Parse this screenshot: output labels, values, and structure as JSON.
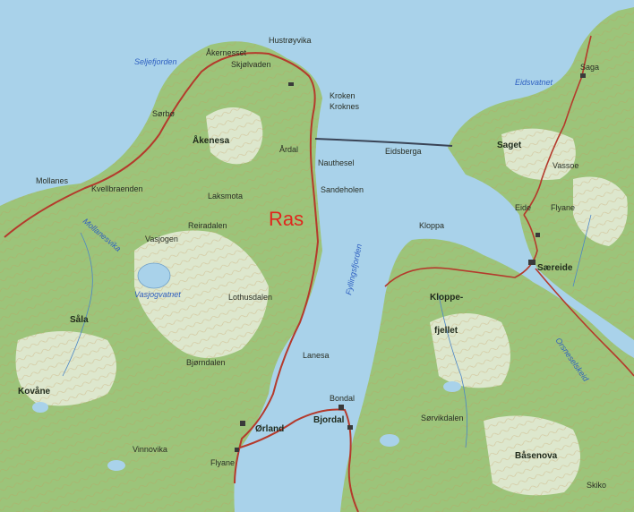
{
  "map": {
    "highlight_label": "Ras",
    "highlight_color": "#e0271e",
    "colors": {
      "water": "#a9d2ea",
      "land_green": "#9cc47a",
      "land_light": "#e9eddc",
      "road": "#b43a2c",
      "ferry": "#3a4456",
      "label_water": "#2e5fc1"
    },
    "place_labels": {
      "akerneset": "Åkernesset",
      "akerneset2": "Skjølvaden",
      "akerneset3": "Hustrøyvika",
      "akerneset_pt": "Kroken",
      "akerneset_pt2": "Kroknes",
      "akenesa": "Åkenesa",
      "ardal": "Årdal",
      "nauthesel": "Nauthesel",
      "sandeholen": "Sandeholen",
      "mollanes": "Mollanes",
      "kvellbraenden": "Kvellbraenden",
      "vastjogen": "Vasjogen",
      "rlesdalen": "Reiradalen",
      "laksmota": "Laksmota",
      "lothusdalen": "Lothusdalen",
      "sala": "Såla",
      "kovane": "Kovåne",
      "bjorndalen": "Bjørndalen",
      "vinnovika": "Vinnovika",
      "lanesa": "Lanesa",
      "orland": "Ørland",
      "flyane": "Flyane",
      "bjordal": "Bjordal",
      "bondal": "Bondal",
      "kloppa": "Kloppa",
      "kloppe": "Kloppe-",
      "fjellet": "fjellet",
      "sorvikdalen": "Sørvikdalen",
      "basenova": "Båsenova",
      "saget": "Saget",
      "saga": "Saga",
      "eidsbergn": "Eidsberga",
      "soreide": "Særeide",
      "flyene": "Flyane",
      "evsele": "Eide",
      "vasoe": "Vassoe",
      "skiko": "Skiko",
      "sorbo": "Sørbø"
    },
    "water_labels": {
      "fjord_main": "Fyllingsfjorden",
      "fjord_right": "Orsneselskeid",
      "lake_left": "Vasjogvatnet",
      "bay_top": "Seljefjorden",
      "bay_left": "Mollanesvika",
      "river_right": "Eidsvatnet"
    }
  }
}
